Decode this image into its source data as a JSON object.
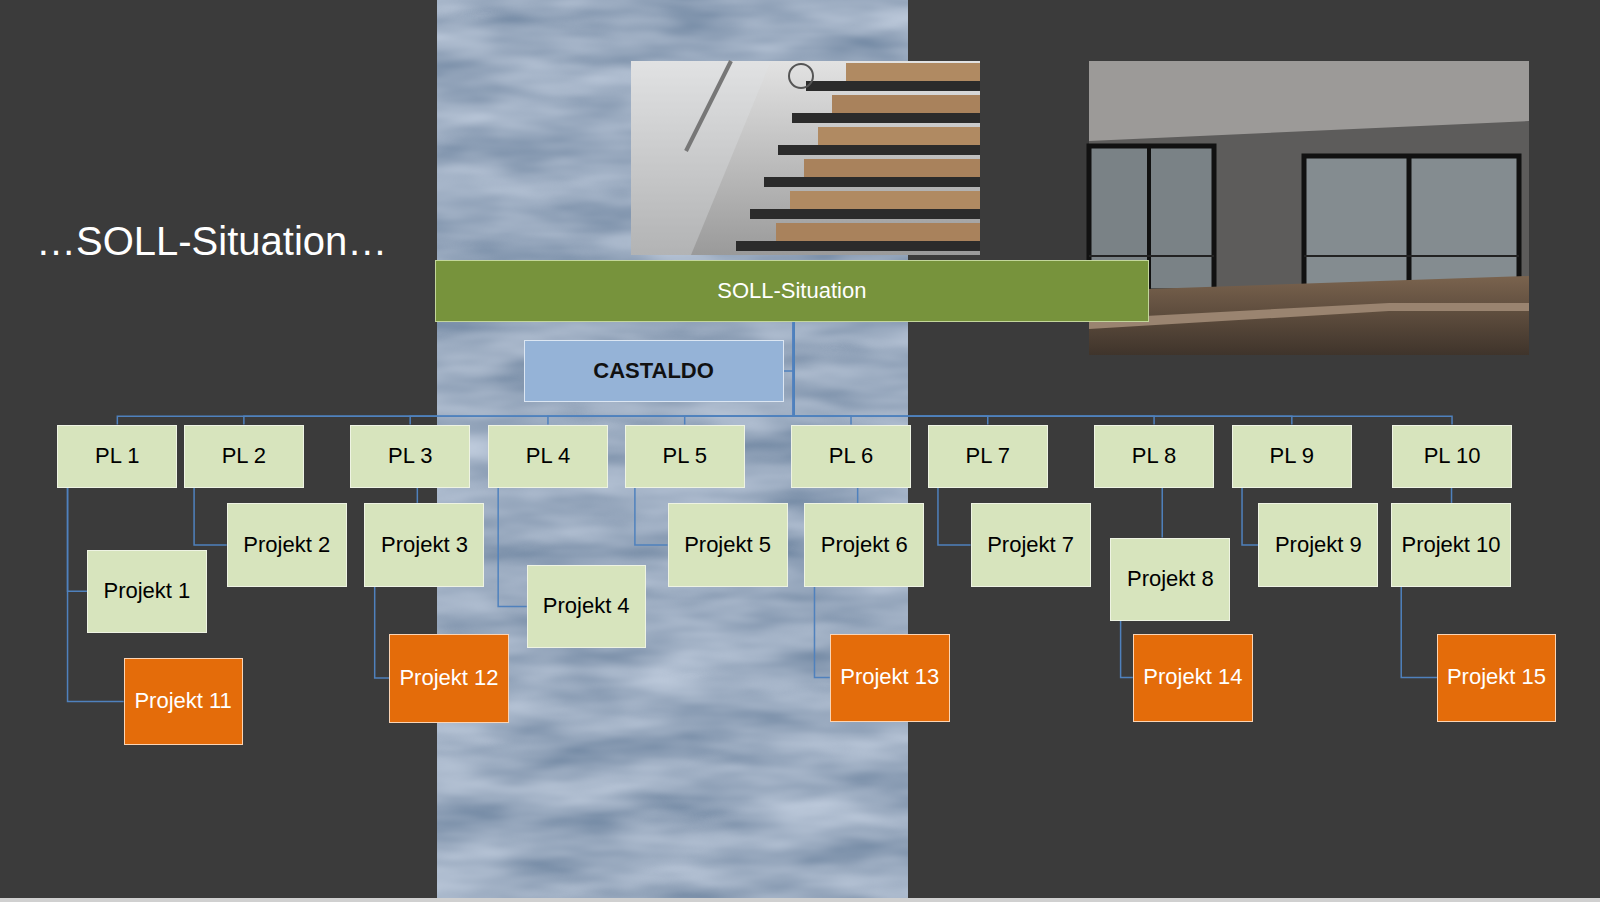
{
  "diagram": {
    "title": "…SOLL-Situation…",
    "nodes": [
      {
        "text": [
          "SOLL-Situation"
        ]
      },
      {
        "text": [
          "CASTALDO"
        ]
      },
      {
        "text": [
          "PL 1"
        ]
      },
      {
        "text": [
          "PL 2"
        ]
      },
      {
        "text": [
          "PL 3"
        ]
      },
      {
        "text": [
          "PL 4"
        ]
      },
      {
        "text": [
          "PL 5"
        ]
      },
      {
        "text": [
          "PL 6"
        ]
      },
      {
        "text": [
          "PL 7"
        ]
      },
      {
        "text": [
          "PL 8"
        ]
      },
      {
        "text": [
          "PL 9"
        ]
      },
      {
        "text": [
          "PL 10"
        ]
      },
      {
        "text": [
          "Projekt 1"
        ]
      },
      {
        "text": [
          "Projekt 2"
        ]
      },
      {
        "text": [
          "Projekt 3"
        ]
      },
      {
        "text": [
          "Projekt 4"
        ]
      },
      {
        "text": [
          "Projekt 5"
        ]
      },
      {
        "text": [
          "Projekt 6"
        ]
      },
      {
        "text": [
          "Projekt 7"
        ]
      },
      {
        "text": [
          "Projekt 8"
        ]
      },
      {
        "text": [
          "Projekt 9"
        ]
      },
      {
        "text": [
          "Projekt 10"
        ]
      },
      {
        "text": [
          "Projekt 11"
        ]
      },
      {
        "text": [
          "Projekt 12"
        ]
      },
      {
        "text": [
          "Projekt 13"
        ]
      },
      {
        "text": [
          "Projekt 14"
        ]
      },
      {
        "text": [
          "Projekt 15"
        ]
      }
    ],
    "edges": [
      {
        "from": 0,
        "to": 1,
        "arrow": "none"
      },
      {
        "from": 0,
        "to": 2,
        "arrow": "none"
      },
      {
        "from": 0,
        "to": 3,
        "arrow": "none"
      },
      {
        "from": 0,
        "to": 4,
        "arrow": "none"
      },
      {
        "from": 0,
        "to": 5,
        "arrow": "none"
      },
      {
        "from": 0,
        "to": 6,
        "arrow": "none"
      },
      {
        "from": 0,
        "to": 7,
        "arrow": "none"
      },
      {
        "from": 0,
        "to": 8,
        "arrow": "none"
      },
      {
        "from": 0,
        "to": 9,
        "arrow": "none"
      },
      {
        "from": 0,
        "to": 10,
        "arrow": "none"
      },
      {
        "from": 0,
        "to": 11,
        "arrow": "none"
      },
      {
        "from": 2,
        "to": 12,
        "arrow": "none"
      },
      {
        "from": 3,
        "to": 13,
        "arrow": "none"
      },
      {
        "from": 4,
        "to": 14,
        "arrow": "none"
      },
      {
        "from": 5,
        "to": 15,
        "arrow": "none"
      },
      {
        "from": 6,
        "to": 16,
        "arrow": "none"
      },
      {
        "from": 7,
        "to": 17,
        "arrow": "none"
      },
      {
        "from": 8,
        "to": 18,
        "arrow": "none"
      },
      {
        "from": 9,
        "to": 19,
        "arrow": "none"
      },
      {
        "from": 10,
        "to": 20,
        "arrow": "none"
      },
      {
        "from": 11,
        "to": 21,
        "arrow": "none"
      },
      {
        "from": 2,
        "to": 22,
        "arrow": "none"
      },
      {
        "from": 14,
        "to": 23,
        "arrow": "none"
      },
      {
        "from": 17,
        "to": 24,
        "arrow": "none"
      },
      {
        "from": 19,
        "to": 25,
        "arrow": "none"
      },
      {
        "from": 21,
        "to": 26,
        "arrow": "none"
      }
    ]
  }
}
